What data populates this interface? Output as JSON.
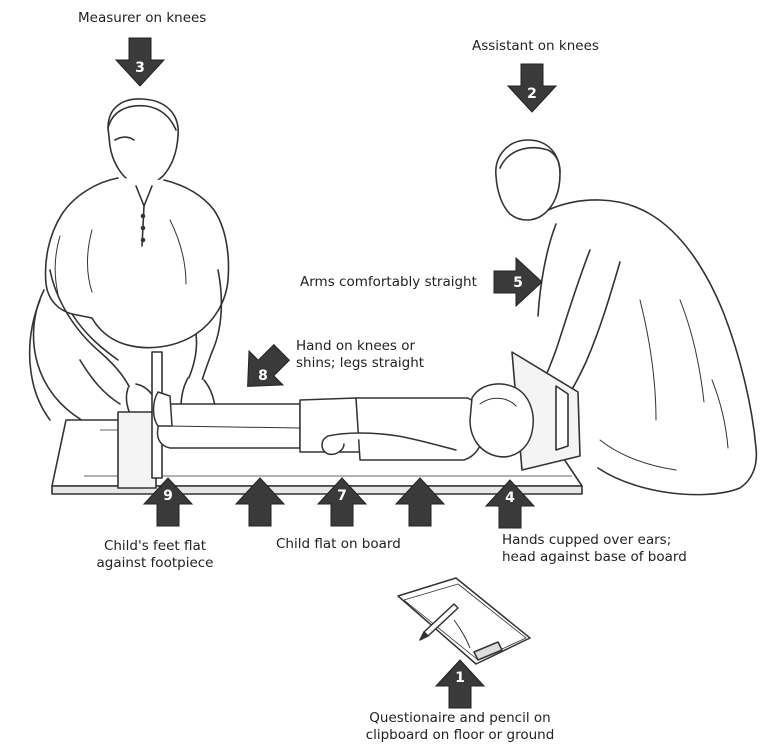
{
  "colors": {
    "ink": "#222222",
    "arrow": "#3a3a3a",
    "paper": "#ffffff"
  },
  "labels": {
    "measurer": "Measurer on knees",
    "assistant": "Assistant on knees",
    "arms": "Arms comfortably straight",
    "hand_line1": "Hand on knees or",
    "hand_line2": "shins; legs straight",
    "feet_line1": "Child's feet flat",
    "feet_line2": "against footpiece",
    "board": "Child flat on board",
    "ears_line1": "Hands cupped over ears;",
    "ears_line2": "head against base of board",
    "quest_line1": "Questionaire and pencil on",
    "quest_line2": "clipboard on floor or ground"
  },
  "steps": {
    "s1": "1",
    "s2": "2",
    "s3": "3",
    "s4": "4",
    "s5": "5",
    "s7": "7",
    "s8": "8",
    "s9": "9"
  },
  "icons": {
    "arrow": "block-arrow-icon",
    "measuring_board": "measuring-board-icon",
    "clipboard": "clipboard-icon"
  }
}
